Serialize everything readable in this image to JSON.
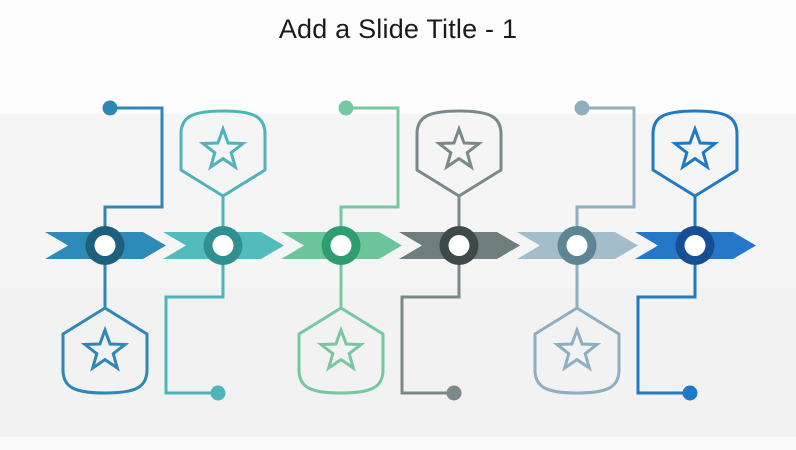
{
  "slide": {
    "title": "Add a Slide Title - 1",
    "background": {
      "top": "#fdfdfe",
      "upper_band": "#f5f5f6",
      "lower_band": "#f2f2f3",
      "bottom_strip": "#fafafa"
    },
    "timeline": {
      "direction": "left-to-right",
      "segments": [
        {
          "id": "step-1",
          "badge_position": "below",
          "icon": "star-icon",
          "chevron_color": "#2E8AB6",
          "ring_color": "#1E5F7D",
          "line_color": "#2F88B4"
        },
        {
          "id": "step-2",
          "badge_position": "above",
          "icon": "star-icon",
          "chevron_color": "#53BBBB",
          "ring_color": "#2E9090",
          "line_color": "#4BB5B7"
        },
        {
          "id": "step-3",
          "badge_position": "below",
          "icon": "star-icon",
          "chevron_color": "#6CC59B",
          "ring_color": "#2E9E70",
          "line_color": "#77C8A1"
        },
        {
          "id": "step-4",
          "badge_position": "above",
          "icon": "star-icon",
          "chevron_color": "#6F7D7D",
          "ring_color": "#3E4949",
          "line_color": "#7C8989"
        },
        {
          "id": "step-5",
          "badge_position": "below",
          "icon": "star-icon",
          "chevron_color": "#A4BDCA",
          "ring_color": "#5E8596",
          "line_color": "#8FAEBE"
        },
        {
          "id": "step-6",
          "badge_position": "above",
          "icon": "star-icon",
          "chevron_color": "#2478C7",
          "ring_color": "#164F95",
          "line_color": "#1F7AC5"
        }
      ]
    }
  }
}
